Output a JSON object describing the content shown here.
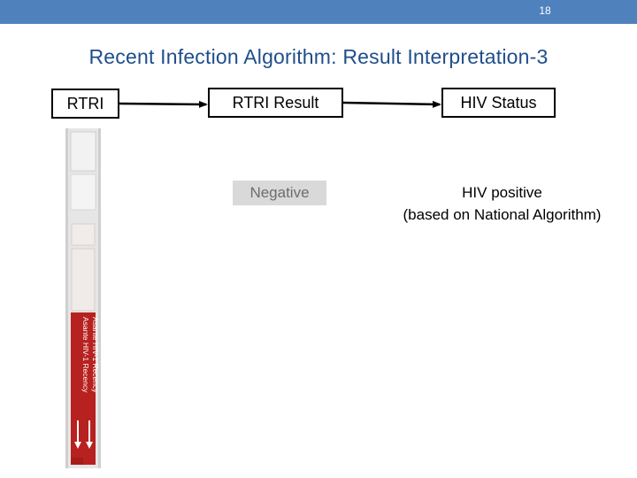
{
  "slide": {
    "number": "18",
    "title": "Recent Infection Algorithm: Result Interpretation-3"
  },
  "flow": {
    "rtri_box": "RTRI",
    "result_box": "RTRI Result",
    "status_box": "HIV Status"
  },
  "result": {
    "value": "Negative"
  },
  "status": {
    "line1": "HIV positive",
    "line2": "(based on National Algorithm)"
  },
  "strip": {
    "brand_line1": "Asante HIV-1 Recency",
    "brand_line2": "Asante HIV-1 Recency",
    "colors": {
      "strip_background": "#e8e8e8",
      "label_red": "#b7211f"
    }
  },
  "colors": {
    "top_bar": "#4f81bd",
    "title": "#1f4e8c"
  }
}
